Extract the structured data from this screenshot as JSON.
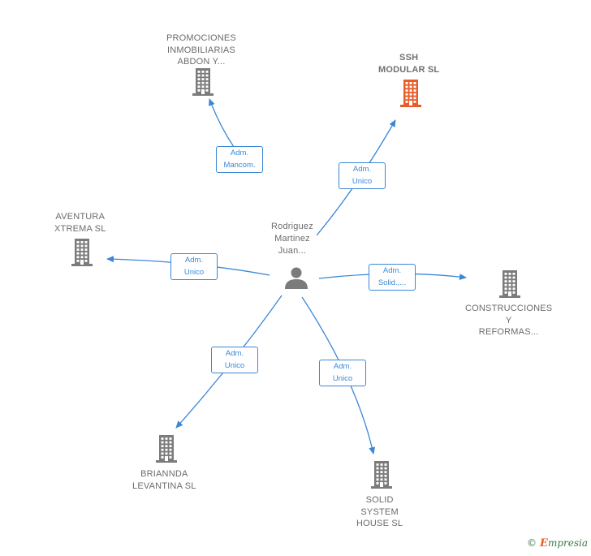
{
  "person": {
    "name_lines": [
      "Rodriguez",
      "Martinez",
      "Juan..."
    ],
    "icon": "person-icon"
  },
  "companies": [
    {
      "id": "promociones",
      "lines": [
        "PROMOCIONES",
        "INMOBILIARIAS",
        "ABDON Y..."
      ],
      "highlight": false,
      "icon": "building-icon"
    },
    {
      "id": "ssh",
      "lines": [
        "SSH",
        "MODULAR  SL"
      ],
      "highlight": true,
      "icon": "building-icon"
    },
    {
      "id": "aventura",
      "lines": [
        "AVENTURA",
        "XTREMA SL"
      ],
      "highlight": false,
      "icon": "building-icon"
    },
    {
      "id": "construcciones",
      "lines": [
        "CONSTRUCCIONES",
        "Y",
        "REFORMAS..."
      ],
      "highlight": false,
      "icon": "building-icon"
    },
    {
      "id": "brianda",
      "lines": [
        "BRIANNDA",
        "LEVANTINA SL"
      ],
      "highlight": false,
      "icon": "building-icon"
    },
    {
      "id": "solid",
      "lines": [
        "SOLID",
        "SYSTEM",
        "HOUSE  SL"
      ],
      "highlight": false,
      "icon": "building-icon"
    }
  ],
  "relations": [
    {
      "to": "promociones",
      "lines": [
        "Adm.",
        "Mancom."
      ]
    },
    {
      "to": "ssh",
      "lines": [
        "Adm.",
        "Unico"
      ]
    },
    {
      "to": "aventura",
      "lines": [
        "Adm.",
        "Unico"
      ]
    },
    {
      "to": "construcciones",
      "lines": [
        "Adm.",
        "Solid.,..."
      ]
    },
    {
      "to": "brianda",
      "lines": [
        "Adm.",
        "Unico"
      ]
    },
    {
      "to": "solid",
      "lines": [
        "Adm.",
        "Unico"
      ]
    }
  ],
  "colors": {
    "edge": "#3b87d6",
    "building": "#7b7b7b",
    "building_highlight": "#e85c2a",
    "person": "#7b7b7b"
  },
  "footer": {
    "copyright": "©",
    "brand_initial": "E",
    "brand_rest": "mpresia"
  }
}
